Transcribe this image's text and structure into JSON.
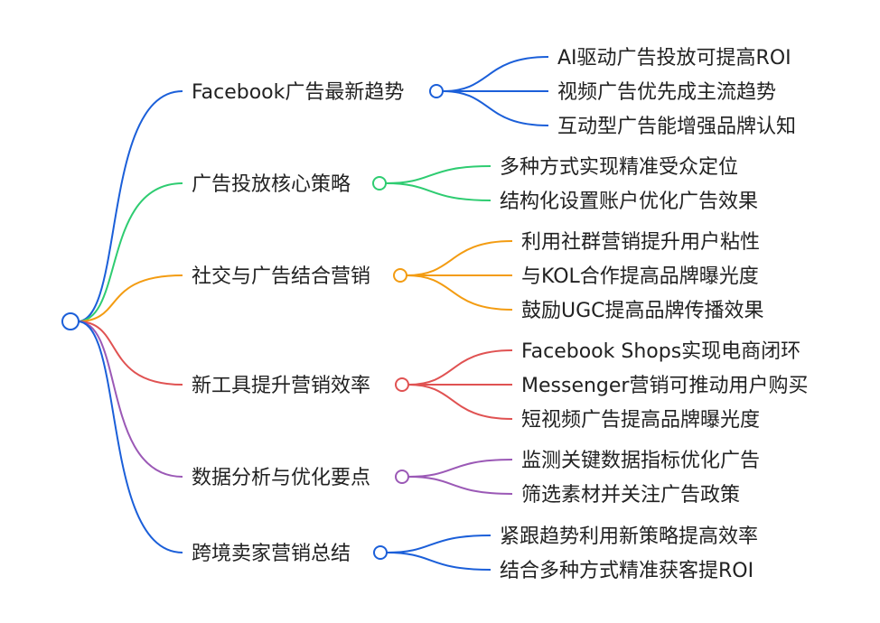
{
  "root": {
    "label": ""
  },
  "branches": [
    {
      "label": "Facebook广告最新趋势",
      "color": "#1b5fd9",
      "children": [
        "AI驱动广告投放可提高ROI",
        "视频广告优先成主流趋势",
        "互动型广告能增强品牌认知"
      ]
    },
    {
      "label": "广告投放核心策略",
      "color": "#2ecc71",
      "children": [
        "多种方式实现精准受众定位",
        "结构化设置账户优化广告效果"
      ]
    },
    {
      "label": "社交与广告结合营销",
      "color": "#f39c12",
      "children": [
        "利用社群营销提升用户粘性",
        "与KOL合作提高品牌曝光度",
        "鼓励UGC提高品牌传播效果"
      ]
    },
    {
      "label": "新工具提升营销效率",
      "color": "#e05252",
      "children": [
        "Facebook Shops实现电商闭环",
        "Messenger营销可推动用户购买",
        "短视频广告提高品牌曝光度"
      ]
    },
    {
      "label": "数据分析与优化要点",
      "color": "#9b59b6",
      "children": [
        "监测关键数据指标优化广告",
        "筛选素材并关注广告政策"
      ]
    },
    {
      "label": "跨境卖家营销总结",
      "color": "#1b5fd9",
      "children": [
        "紧跟趋势利用新策略提高效率",
        "结合多种方式精准获客提ROI"
      ]
    }
  ]
}
